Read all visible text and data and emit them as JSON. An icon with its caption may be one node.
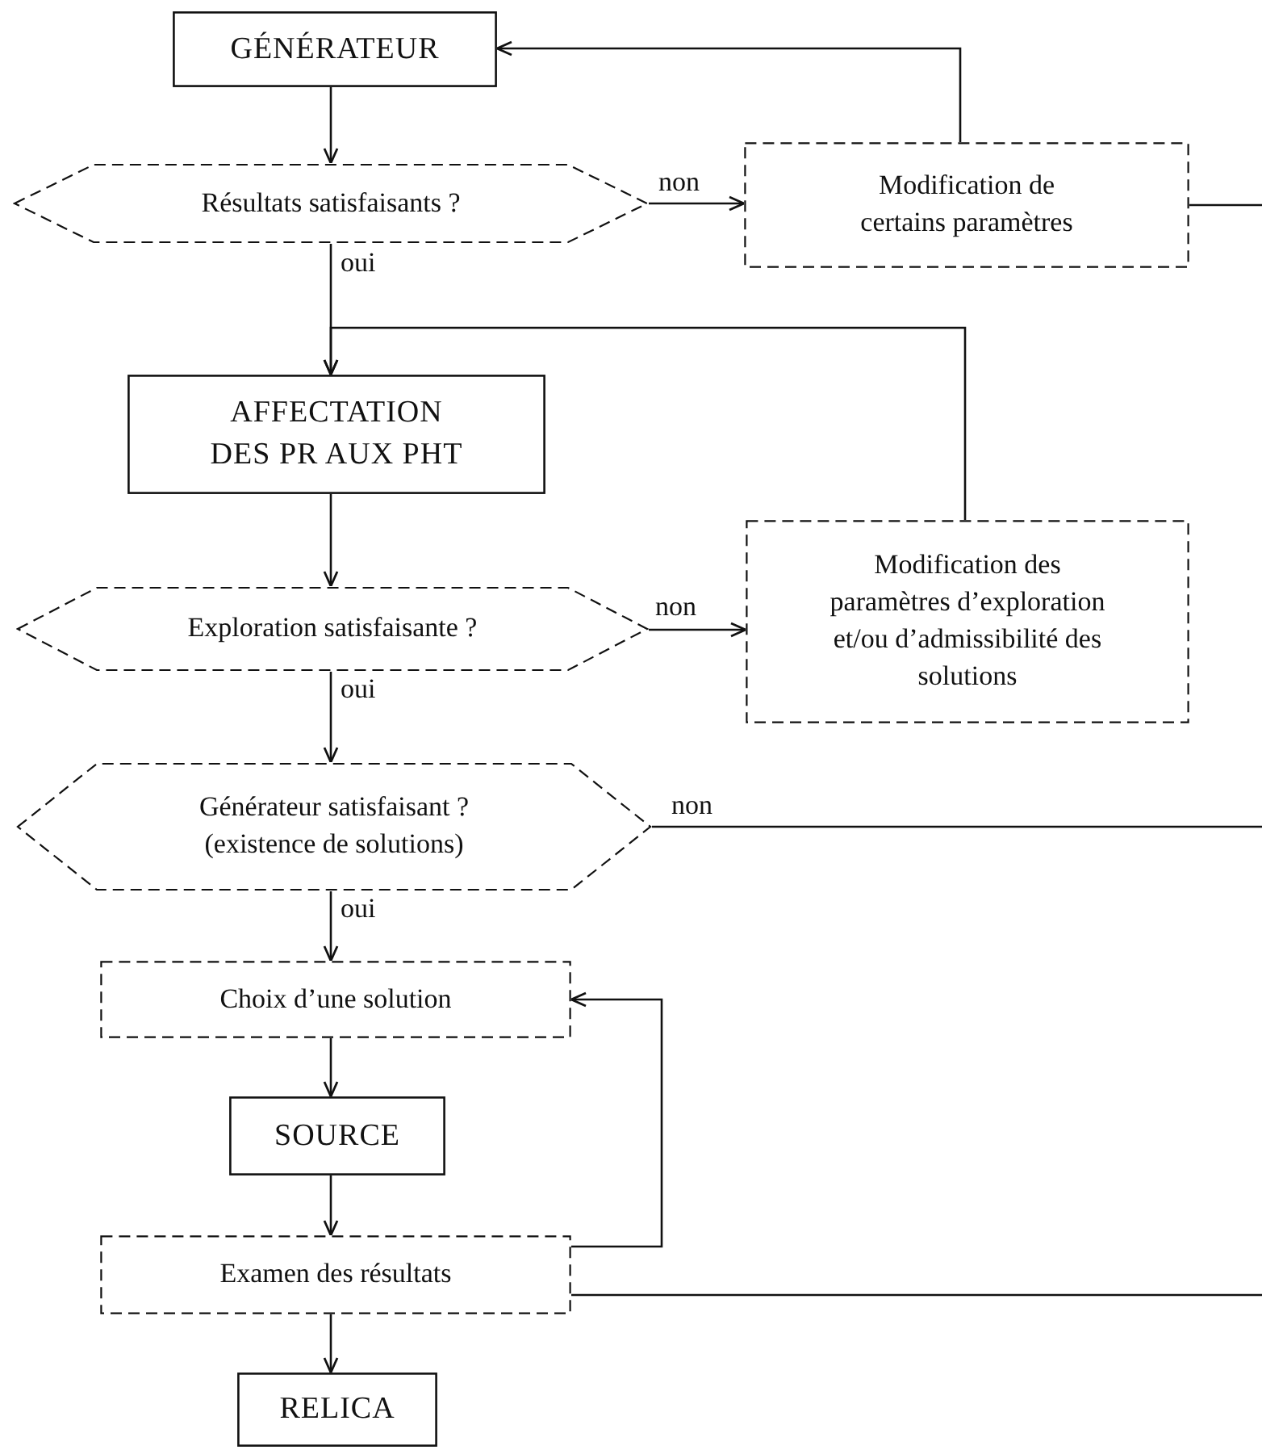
{
  "diagram": {
    "nodes": [
      {
        "text": [
          "GÉNÉRATEUR"
        ]
      },
      {
        "text": [
          "Résultats satisfaisants ?"
        ]
      },
      {
        "text": [
          "Modification de certains paramètres"
        ]
      },
      {
        "text": [
          "AFFECTATION DES PR AUX PHT"
        ]
      },
      {
        "text": [
          "Exploration satisfaisante ?"
        ]
      },
      {
        "text": [
          "Modification des paramètres d’exploration et/ou d’admissibilité des solutions"
        ]
      },
      {
        "text": [
          "Générateur satisfaisant ? (existence de solutions)"
        ]
      },
      {
        "text": [
          "Choix d’une solution"
        ]
      },
      {
        "text": [
          "SOURCE"
        ]
      },
      {
        "text": [
          "Examen des résultats"
        ]
      },
      {
        "text": [
          "RELICA"
        ]
      }
    ],
    "edges": [
      {
        "from": 0,
        "to": 1,
        "arrow": "to"
      },
      {
        "from": 1,
        "to": 2,
        "arrow": "to",
        "label": "non"
      },
      {
        "from": 1,
        "to": 3,
        "arrow": "to",
        "label": "oui"
      },
      {
        "from": 2,
        "to": 0,
        "arrow": "to"
      },
      {
        "from": 2,
        "to": null,
        "arrow": "none"
      },
      {
        "from": 3,
        "to": 4,
        "arrow": "to"
      },
      {
        "from": 4,
        "to": 5,
        "arrow": "to",
        "label": "non"
      },
      {
        "from": 4,
        "to": 6,
        "arrow": "to",
        "label": "oui"
      },
      {
        "from": 5,
        "to": 3,
        "arrow": "to"
      },
      {
        "from": 6,
        "to": 7,
        "arrow": "to",
        "label": "oui"
      },
      {
        "from": 6,
        "to": null,
        "arrow": "none",
        "label": "non"
      },
      {
        "from": 7,
        "to": 8,
        "arrow": "to"
      },
      {
        "from": 8,
        "to": 9,
        "arrow": "to"
      },
      {
        "from": 9,
        "to": 7,
        "arrow": "to"
      },
      {
        "from": 9,
        "to": null,
        "arrow": "none"
      },
      {
        "from": 9,
        "to": 10,
        "arrow": "to"
      }
    ]
  }
}
